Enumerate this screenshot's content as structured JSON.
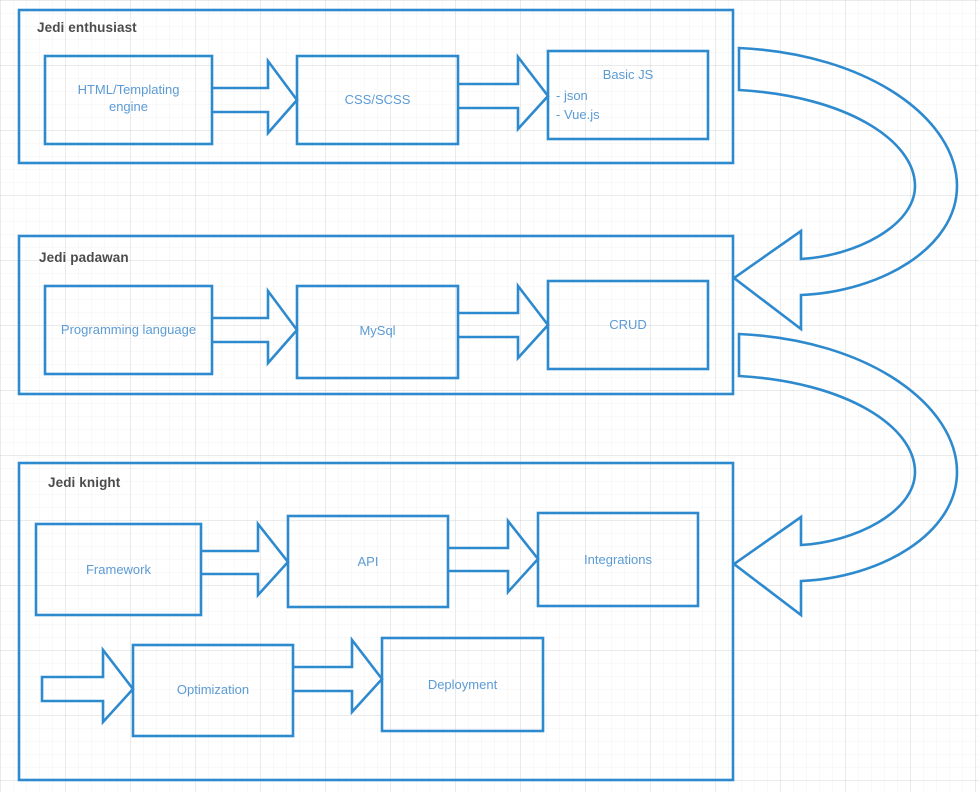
{
  "diagram": {
    "title_color": "#4c4c4c",
    "stroke_color": "#2e8ace",
    "node_text_color": "#5b9bd5",
    "background": "graph-paper-grid",
    "sections": [
      {
        "id": "jedi-enthusiast",
        "label": "Jedi enthusiast",
        "nodes": [
          {
            "id": "html-templating-engine",
            "label": "HTML/Templating\nengine"
          },
          {
            "id": "css-scss",
            "label": "CSS/SCSS"
          },
          {
            "id": "basic-js",
            "label": "Basic JS",
            "bullets": "- json\n- Vue.js"
          }
        ]
      },
      {
        "id": "jedi-padawan",
        "label": "Jedi padawan",
        "nodes": [
          {
            "id": "programming-language",
            "label": "Programming language"
          },
          {
            "id": "mysql",
            "label": "MySql"
          },
          {
            "id": "crud",
            "label": "CRUD"
          }
        ]
      },
      {
        "id": "jedi-knight",
        "label": "Jedi knight",
        "nodes": [
          {
            "id": "framework",
            "label": "Framework"
          },
          {
            "id": "api",
            "label": "API"
          },
          {
            "id": "integrations",
            "label": "Integrations"
          },
          {
            "id": "optimization",
            "label": "Optimization"
          },
          {
            "id": "deployment",
            "label": "Deployment"
          }
        ]
      }
    ],
    "connectors": [
      {
        "id": "arrow-html-to-css",
        "from": "html-templating-engine",
        "to": "css-scss",
        "kind": "block-arrow-right"
      },
      {
        "id": "arrow-css-to-basicjs",
        "from": "css-scss",
        "to": "basic-js",
        "kind": "block-arrow-right"
      },
      {
        "id": "arrow-programming-to-mysql",
        "from": "programming-language",
        "to": "mysql",
        "kind": "block-arrow-right"
      },
      {
        "id": "arrow-mysql-to-crud",
        "from": "mysql",
        "to": "crud",
        "kind": "block-arrow-right"
      },
      {
        "id": "arrow-framework-to-api",
        "from": "framework",
        "to": "api",
        "kind": "block-arrow-right"
      },
      {
        "id": "arrow-api-to-integrations",
        "from": "api",
        "to": "integrations",
        "kind": "block-arrow-right"
      },
      {
        "id": "arrow-inbound-to-optimization",
        "from": "",
        "to": "optimization",
        "kind": "block-arrow-right"
      },
      {
        "id": "arrow-optimization-to-deployment",
        "from": "optimization",
        "to": "deployment",
        "kind": "block-arrow-right"
      },
      {
        "id": "curved-arrow-enthusiast-to-padawan",
        "from": "jedi-enthusiast",
        "to": "jedi-padawan",
        "kind": "u-turn-curved-arrow"
      },
      {
        "id": "curved-arrow-padawan-to-knight",
        "from": "jedi-padawan",
        "to": "jedi-knight",
        "kind": "u-turn-curved-arrow"
      }
    ]
  }
}
